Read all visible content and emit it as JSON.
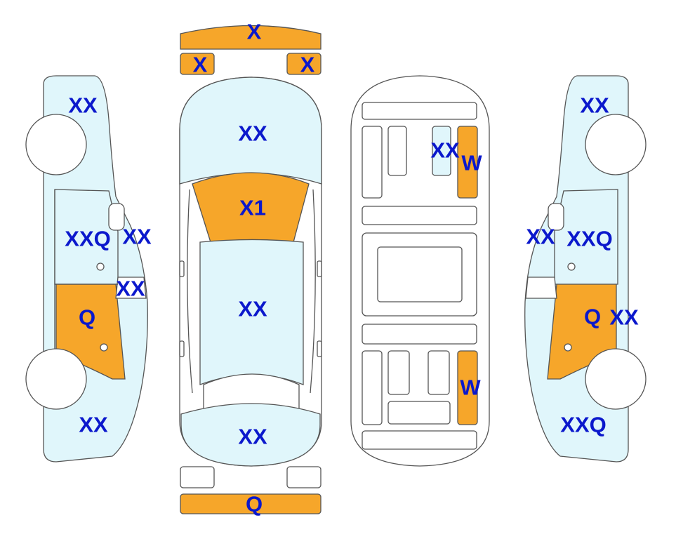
{
  "labels": {
    "front_bumper": "X",
    "front_left_corner": "X",
    "front_right_corner": "X",
    "hood": "XX",
    "windshield": "X1",
    "roof": "XX",
    "trunk": "XX",
    "rear_bumper": "Q",
    "left_front_fender": "XX",
    "left_front_door": "XXQ",
    "left_pillar": "XX",
    "left_quarter_glass": "XX",
    "left_rear_door": "Q",
    "left_rear_quarter": "XX",
    "interior_front_seat": "XX",
    "interior_front_w": "W",
    "interior_rear_w": "W",
    "right_front_fender": "XX",
    "right_pillar": "XX",
    "right_front_door": "XXQ",
    "right_rear_door_q": "Q",
    "right_rear_door_xx": "XX",
    "right_rear_quarter": "XXQ"
  },
  "colors": {
    "damaged": "#f6a62a",
    "panel": "#e0f6fb",
    "label": "#0b18cc",
    "outline": "#555555"
  }
}
